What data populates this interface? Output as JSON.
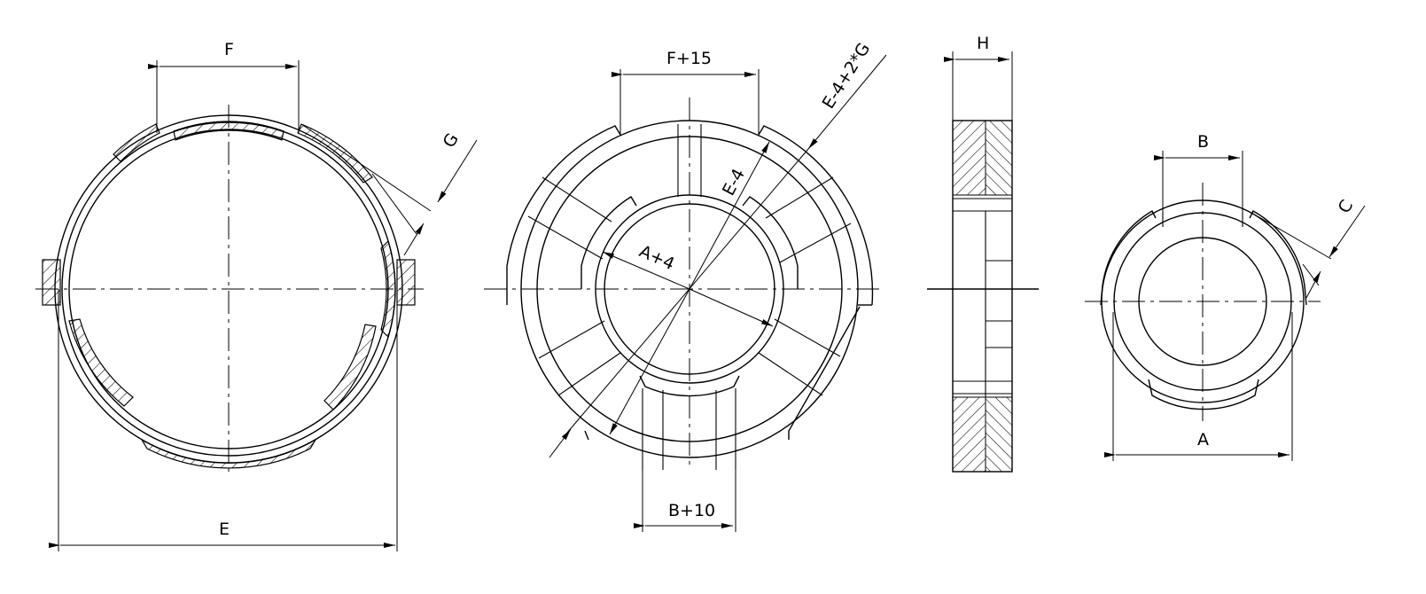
{
  "labels": {
    "F": "F",
    "E": "E",
    "G": "G",
    "F_plus_15": "F+15",
    "E_minus_4_plus_2G": "E-4+2*G",
    "E_minus_4": "E-4",
    "A_plus_4": "A+4",
    "B_plus_10": "B+10",
    "H": "H",
    "B": "B",
    "C": "C",
    "A": "A"
  }
}
